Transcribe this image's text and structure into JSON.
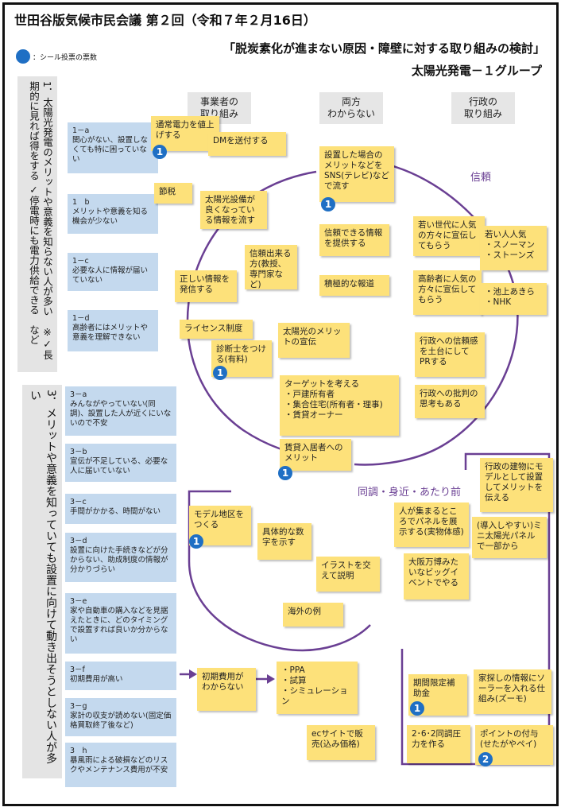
{
  "header": {
    "title": "世田谷版気候市民会議 第２回（令和７年２月16日）",
    "subtitle": "「脱炭素化が進まない原因・障壁に対する取り組みの検討」",
    "group": "太陽光発電－１グループ",
    "legend": "：シール投票の票数"
  },
  "theme1": "1．太陽光発電のメリットや意義を知らない人が多い　※✓長期的に見れば得をする ✓停電時にも電力供給できる　など",
  "theme3": "3．メリットや意義を知っていても設置に向けて動き出そうとしない人が多い",
  "columns": [
    "事業者の\n取り組み",
    "両方\nわからない",
    "行政の\n取り組み"
  ],
  "causes": {
    "c1a": "1－a\n関心がない、設置しなくても特に困っていない",
    "c1b": "1　b\nメリットや意義を知る機会が少ない",
    "c1c": "1－c\n必要な人に情報が届いていない",
    "c1d": "1－d\n高齢者にはメリットや意義を理解できない",
    "c3a": "3－a\nみんながやっていない(同調)、設置した人が近くにいないので不安",
    "c3b": "3－b\n宣伝が不足している、必要な人に届いていない",
    "c3c": "3－c\n手間がかかる、時間がない",
    "c3d": "3－d\n設置に向けた手続きなどが分からない、助成制度の情報が分かりづらい",
    "c3e": "3－e\n家や自動車の購入などを見据えたときに、どのタイミングで設置すれば良いか分からない",
    "c3f": "3－f\n初期費用が高い",
    "c3g": "3－g\n家計の収支が読めない(固定価格買取終了後など)",
    "c3h": "3　h\n暴風雨による破損などのリスクやメンテナンス費用が不安"
  },
  "labels": {
    "trust": "信頼",
    "sympathy": "同調・身近・あたり前"
  },
  "notes": {
    "n01": "通常電力を値上げする",
    "n02": "DMを送付する",
    "n03": "節税",
    "n04": "太陽光設備が良くなっている情報を流す",
    "n05": "信頼出来る方(教授、専門家など)",
    "n06": "正しい情報を発信する",
    "n07": "ライセンス制度",
    "n08": "診断士をつける(有料)",
    "n09": "設置した場合のメリットなどをSNS(テレビ)などで流す",
    "n10": "信頼できる情報を提供する",
    "n11": "積極的な報道",
    "n12": "太陽光のメリットの宣伝",
    "n13": "ターゲットを考える\n・戸建所有者\n・集合住宅(所有者・理事)\n・賃貸オーナー",
    "n14": "賃貸入居者へのメリット",
    "n15": "若い世代に人気の方々に宣伝してもらう",
    "n16": "若い人人気\n・スノーマン\n・ストーンズ",
    "n17": "高齢者に人気の方々に宣伝してもらう",
    "n18": "・池上あきら\n・NHK",
    "n19": "行政への信頼感を土台にしてPRする",
    "n20": "行政への批判の思考もある",
    "n21": "行政の建物にモデルとして設置してメリットを伝える",
    "n22": "人が集まるところでパネルを展示する(実物体感)",
    "n23": "(導入しやすい)ミニ太陽光パネルで一部から",
    "n24": "大阪万博みたいなビッグイベントでやる",
    "n25": "モデル地区をつくる",
    "n26": "具体的な数字を示す",
    "n27": "イラストを交えて説明",
    "n28": "海外の例",
    "n29": "初期費用がわからない",
    "n30": "・PPA\n・試算\n・シミュレーション",
    "n31": "ecサイトで販売(込み価格)",
    "n32": "期間限定補助金",
    "n33": "家探しの情報にソーラーを入れる仕組み(ズーモ)",
    "n34": "2･6･2同調圧力を作る",
    "n35": "ポイントの付与(せたがやペイ)"
  },
  "votes": {
    "legend": "",
    "v01": "1",
    "v08": "1",
    "v09": "1",
    "v14": "1",
    "v25": "1",
    "v32": "1",
    "v35": "2"
  },
  "colors": {
    "sticky": "#fde17a",
    "cause": "#c4d9ee",
    "vote": "#1f6fc4",
    "trust_line": "#6a3f93"
  }
}
